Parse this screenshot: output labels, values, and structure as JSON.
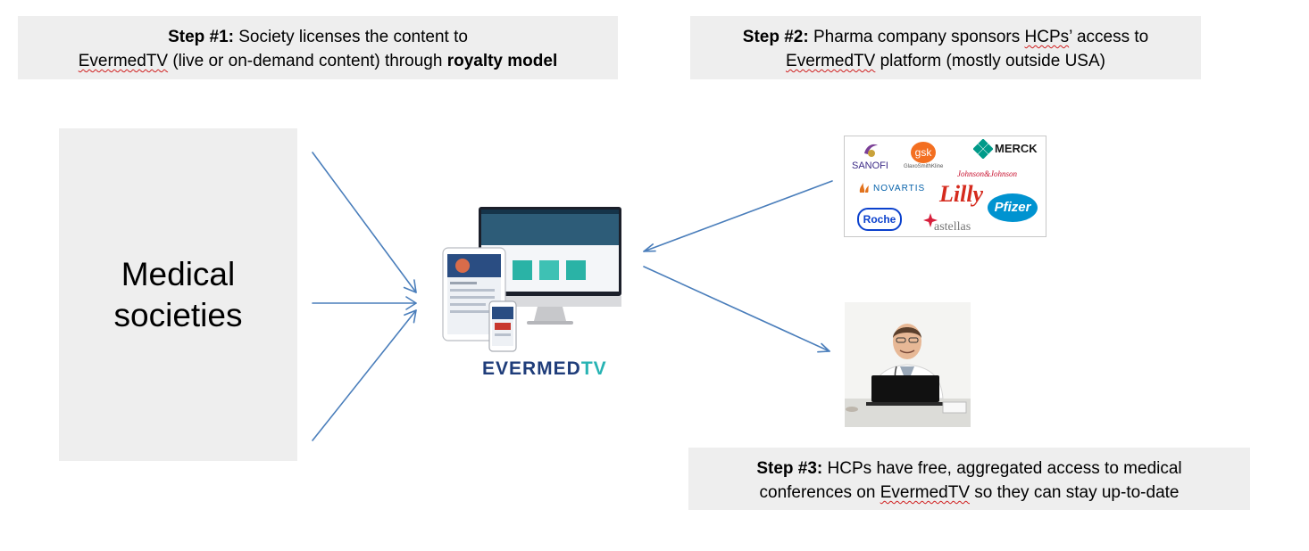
{
  "step1": {
    "label": "Step #1:",
    "line1_rest": " Society licenses the content to",
    "brand": "EvermedTV",
    "line2_mid": " (live or on-demand content) through ",
    "line2_bold": "royalty model"
  },
  "step2": {
    "label": "Step #2:",
    "line1_mid": " Pharma company sponsors ",
    "hcps": "HCPs",
    "line1_end": "’ access to",
    "brand": "EvermedTV",
    "line2_rest": " platform (mostly outside USA)"
  },
  "step3": {
    "label": "Step #3:",
    "line1_rest": " HCPs have free, aggregated access to medical",
    "line2_start": "conferences on ",
    "brand": "EvermedTV",
    "line2_end": " so they can stay up-to-date"
  },
  "societies": {
    "line1": "Medical",
    "line2": "societies"
  },
  "platform": {
    "logo_main": "EVERMED",
    "logo_tv": "TV"
  },
  "pharma_logos": {
    "sanofi": "SANOFI",
    "gsk": "gsk",
    "gsk_sub": "GlaxoSmithKline",
    "merck": "MERCK",
    "jnj": "Johnson&Johnson",
    "novartis": "NOVARTIS",
    "lilly": "Lilly",
    "roche": "Roche",
    "pfizer": "Pfizer",
    "astellas": "astellas"
  },
  "colors": {
    "box_bg": "#eeeeee",
    "arrow": "#4a7ebb",
    "evermed_navy": "#1f3d7a",
    "evermed_teal": "#27b3b3"
  }
}
